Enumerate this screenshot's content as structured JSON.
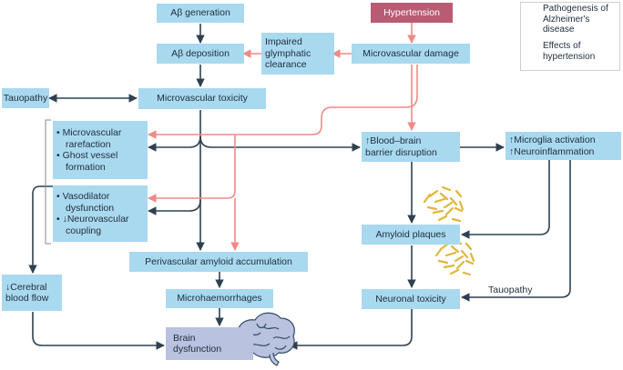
{
  "nodes": {
    "ab_generation": "Aβ generation",
    "hypertension": "Hypertension",
    "ab_deposition": "Aβ deposition",
    "impaired_glymphatic": "Impaired glymphatic clearance",
    "microvascular_damage": "Microvascular damage",
    "tauopathy_left": "Tauopathy",
    "microvascular_toxicity": "Microvascular toxicity",
    "microvascular_rarefaction_1": "• Microvascular",
    "microvascular_rarefaction_2": "rarefaction",
    "ghost_vessel_1": "• Ghost vessel",
    "ghost_vessel_2": "formation",
    "bbb_1": "↑Blood–brain",
    "bbb_2": "barrier disruption",
    "microglia_1": "↑Microglia activation",
    "microglia_2": "↑Neuroinflammation",
    "vasodilator_1": "• Vasodilator",
    "vasodilator_2": "dysfunction",
    "neurovascular_1": "• ↓Neurovascular",
    "neurovascular_2": "coupling",
    "amyloid_plaques": "Amyloid plaques",
    "perivascular": "Perivascular amyloid accumulation",
    "cerebral_blood_flow": "↓Cerebral blood flow",
    "microhaemorrhages": "Microhaemorrhages",
    "neuronal_toxicity": "Neuronal toxicity",
    "tauopathy_right": "Tauopathy",
    "brain_dysfunction": "Brain dysfunction"
  },
  "legend": {
    "pathogenesis": "Pathogenesis of Alzheimer's disease",
    "effects": "Effects of hypertension"
  },
  "colors": {
    "node_fill": "#a9d9ef",
    "hypertension_fill": "#b85b73",
    "brain_fill": "#b9c2de",
    "pathogenesis_arrow": "#2f4150",
    "hypertension_arrow": "#ef8a87"
  }
}
